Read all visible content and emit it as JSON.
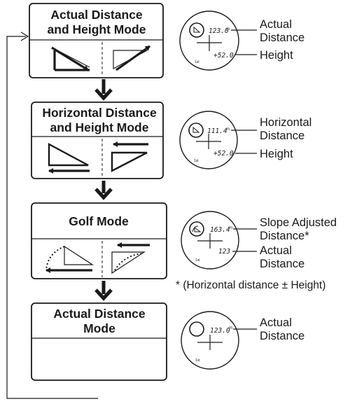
{
  "modes": [
    {
      "title_lines": [
        "Actual Distance",
        "and Height Mode"
      ],
      "display": {
        "distance": "123.0",
        "unit": "m",
        "height": "+52.0",
        "tag": "1st"
      },
      "labels": [
        [
          "Actual",
          "Distance"
        ],
        [
          "Height"
        ]
      ]
    },
    {
      "title_lines": [
        "Horizontal Distance",
        "and Height Mode"
      ],
      "display": {
        "distance": "111.4",
        "unit": "m",
        "height": "+52.0",
        "tag": "1st"
      },
      "labels": [
        [
          "Horizontal",
          "Distance"
        ],
        [
          "Height"
        ]
      ]
    },
    {
      "title_lines": [
        "Golf Mode"
      ],
      "display": {
        "distance": "163.4",
        "unit": "m",
        "height": "123",
        "tag": "1st"
      },
      "labels": [
        [
          "Slope Adjusted",
          "Distance*"
        ],
        [
          "Actual",
          "Distance"
        ]
      ]
    },
    {
      "title_lines": [
        "Actual Distance",
        "Mode"
      ],
      "display": {
        "distance": "123.0",
        "unit": "m",
        "tag": "1st"
      },
      "labels": [
        [
          "Actual",
          "Distance"
        ]
      ]
    }
  ],
  "footnote": "* (Horizontal distance ± Height)"
}
